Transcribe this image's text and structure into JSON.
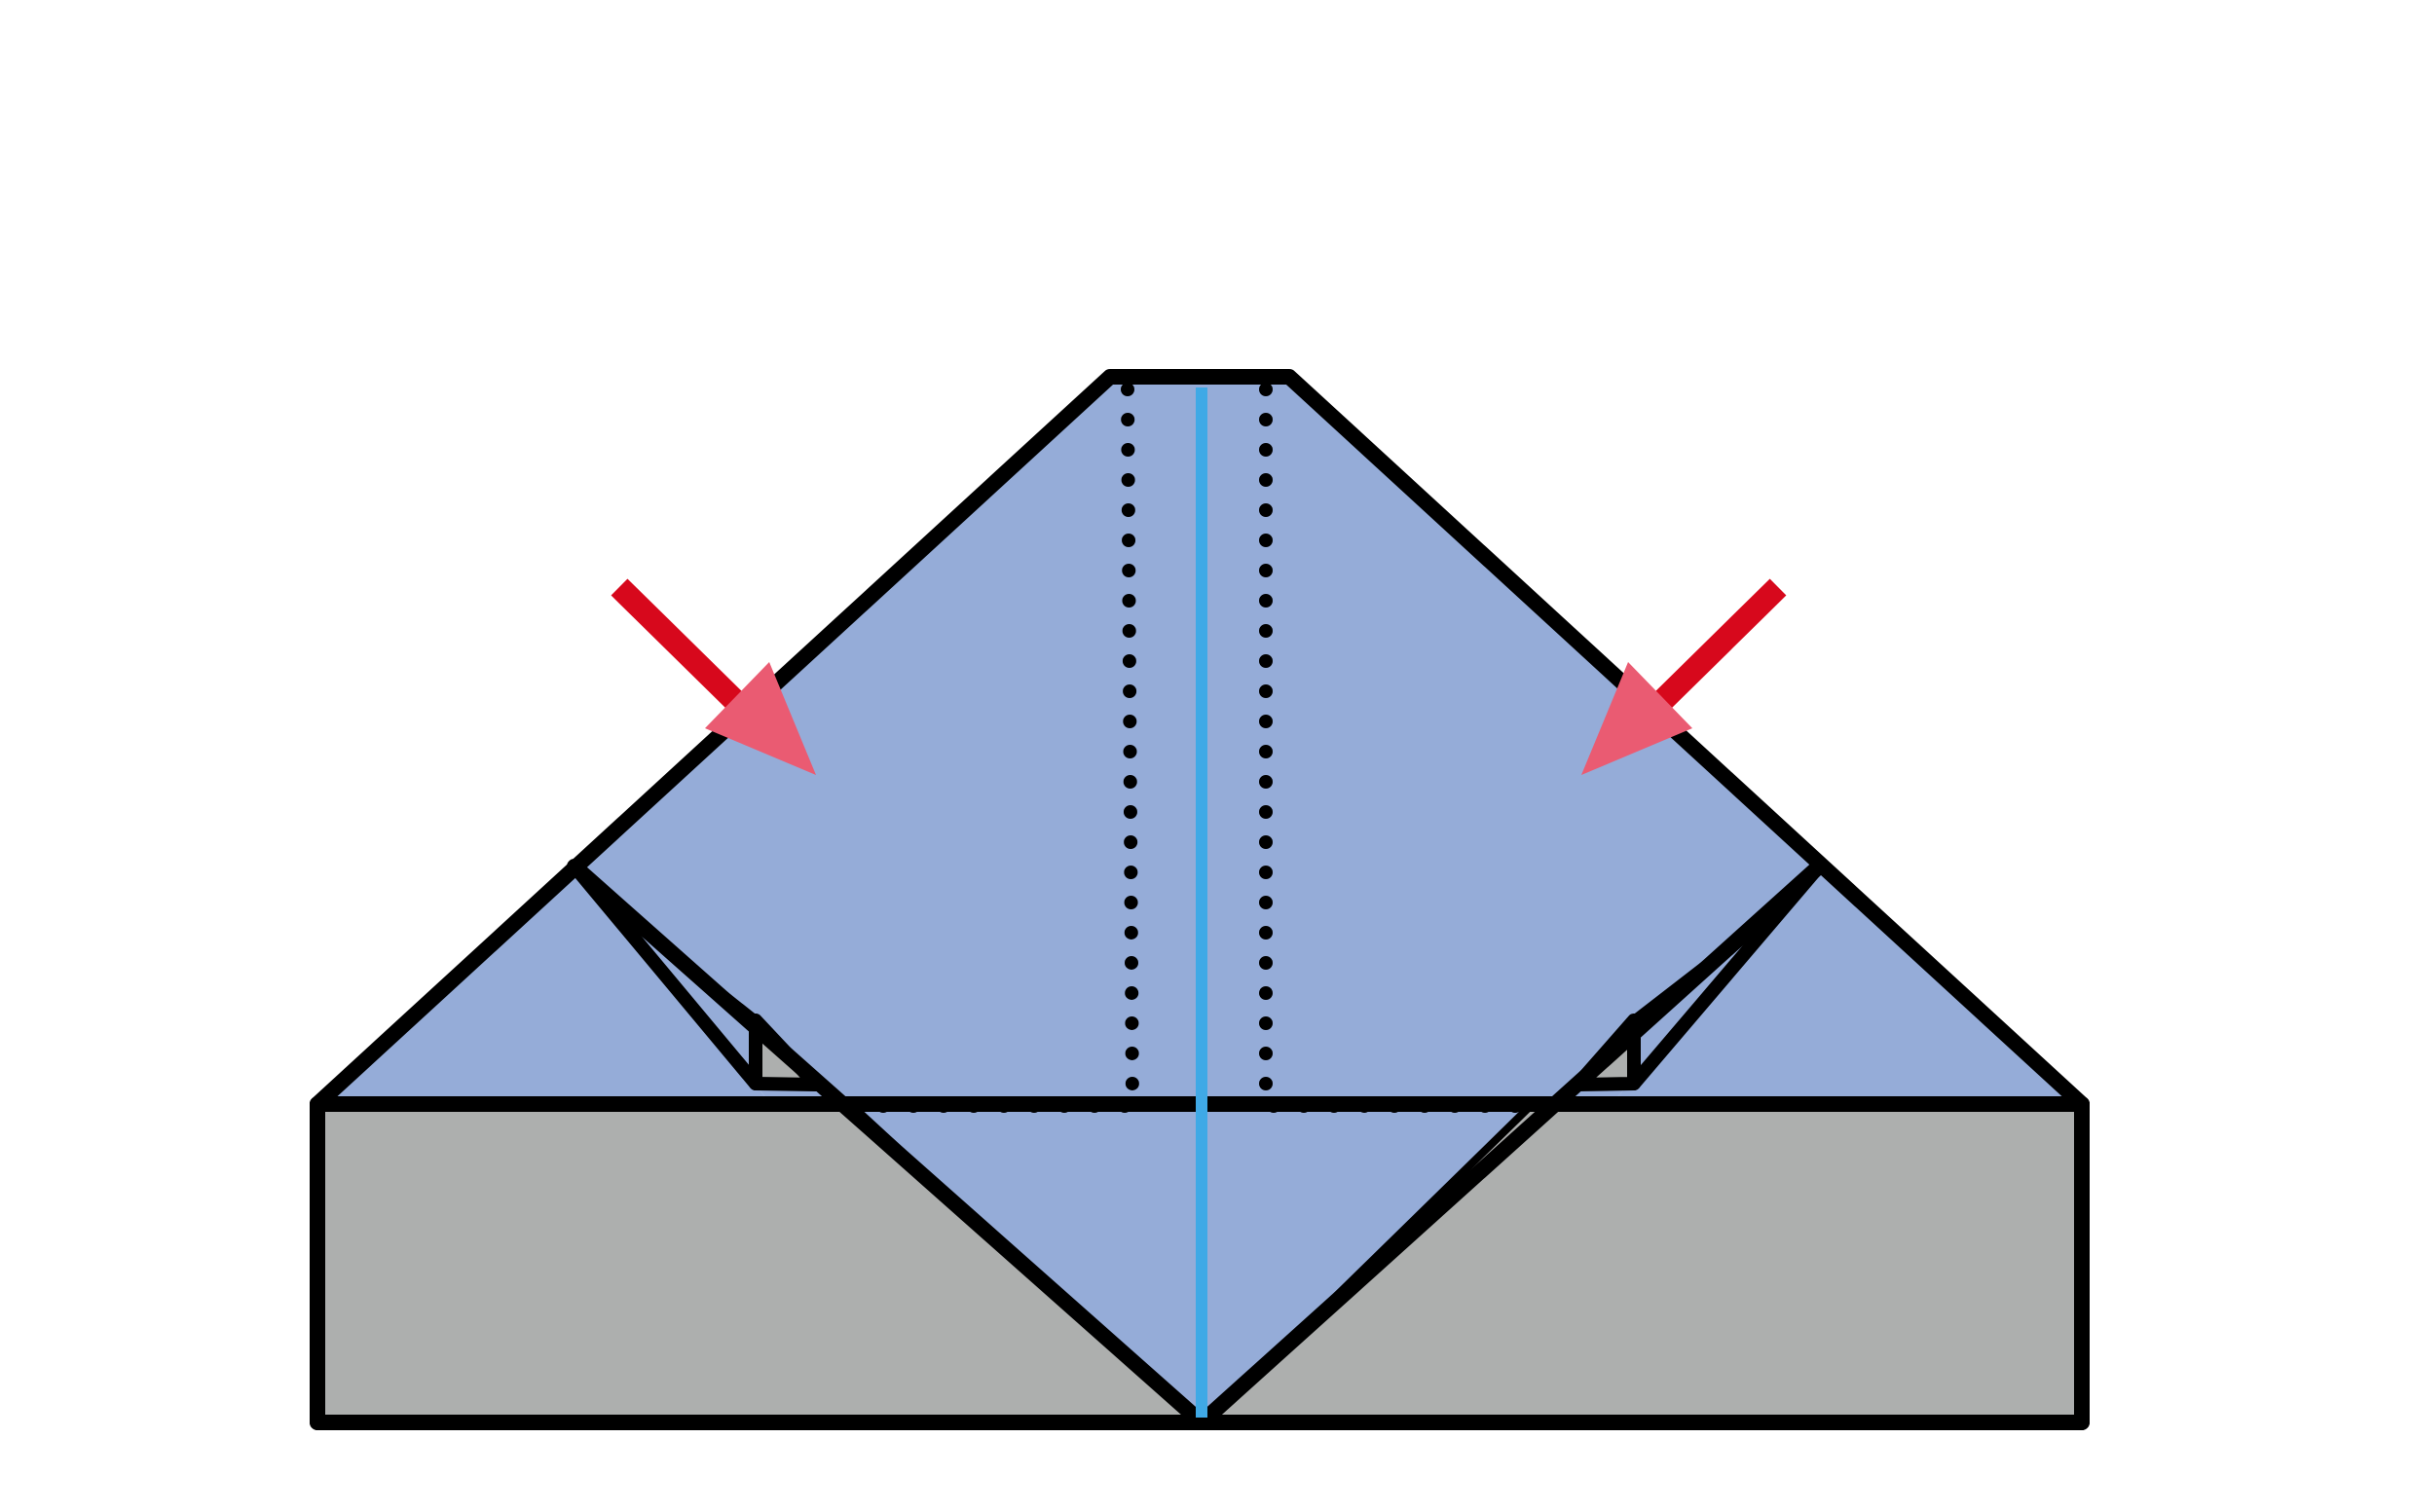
{
  "diagram": {
    "description_visible_text": "",
    "colors": {
      "background": "#ffffff",
      "paper_blue": "#95acd8",
      "paper_gray": "#adafae",
      "outline": "#000000",
      "center_crease": "#3fa9e6",
      "arrow_shaft": "#d7081c",
      "arrow_head": "#ea5b72"
    },
    "elements": {
      "center_crease": "center-crease-line",
      "left_arrow": "fold-arrow-left",
      "right_arrow": "fold-arrow-right",
      "left_dotted_guide": "dotted-fold-guide-left",
      "right_dotted_guide": "dotted-fold-guide-right"
    }
  }
}
